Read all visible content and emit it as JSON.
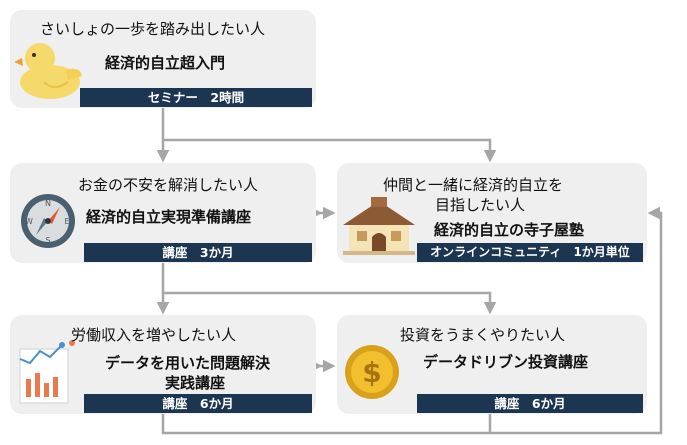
{
  "colors": {
    "card_bg": "#efefef",
    "tag_bg": "#1c3550",
    "connector": "#a6a6a6"
  },
  "cards": [
    {
      "id": "intro",
      "icon": "rubber-duck-icon",
      "subtitle": "さいしょの一歩を踏み出したい人",
      "title": "経済的自立超入門",
      "tag": "セミナー　2時間"
    },
    {
      "id": "prep",
      "icon": "compass-icon",
      "subtitle": "お金の不安を解消したい人",
      "title": "経済的自立実現準備講座",
      "tag": "講座　3か月"
    },
    {
      "id": "community",
      "icon": "house-icon",
      "subtitle": "仲間と一緒に経済的自立を",
      "subtitle2": "目指したい人",
      "title": "経済的自立の寺子屋塾",
      "tag": "オンラインコミュニティ　1か月単位"
    },
    {
      "id": "data",
      "icon": "analytics-report-icon",
      "subtitle": "労働収入を増やしたい人",
      "title": "データを用いた問題解決",
      "title2": "実践講座",
      "tag": "講座　6か月"
    },
    {
      "id": "invest",
      "icon": "dollar-coin-icon",
      "subtitle": "投資をうまくやりたい人",
      "title": "データドリブン投資講座",
      "tag": "講座　6か月"
    }
  ]
}
